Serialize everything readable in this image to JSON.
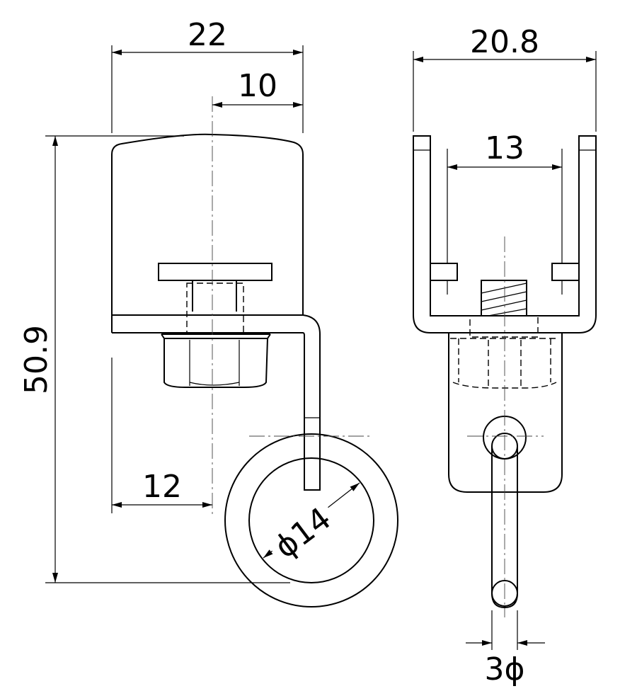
{
  "drawing": {
    "front_view": {
      "dim_width": "22",
      "dim_offset": "10",
      "dim_height": "50.9",
      "dim_lower": "12",
      "dim_ring": "ϕ14"
    },
    "side_view": {
      "dim_width": "20.8",
      "dim_inner": "13",
      "dim_rod": "3ϕ"
    }
  }
}
